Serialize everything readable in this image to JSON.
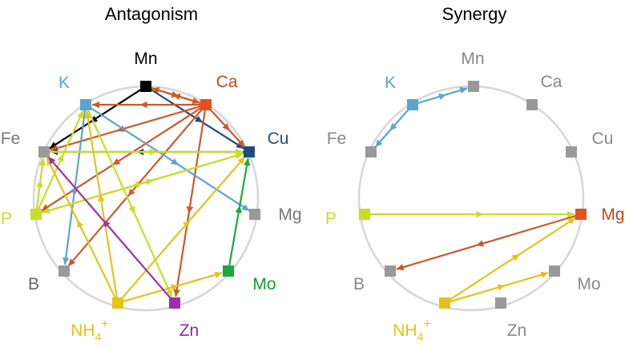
{
  "panels": [
    {
      "id": "antagonism",
      "title": "Antagonism",
      "nodes": [
        {
          "id": "Mn",
          "label": "Mn",
          "color": "#000000",
          "label_color": "#000000"
        },
        {
          "id": "Ca",
          "label": "Ca",
          "color": "#E2511E",
          "label_color": "#C8451A"
        },
        {
          "id": "Cu",
          "label": "Cu",
          "color": "#1F4E79",
          "label_color": "#1F4E79"
        },
        {
          "id": "Mg",
          "label": "Mg",
          "color": "#999999",
          "label_color": "#777777"
        },
        {
          "id": "Mo",
          "label": "Mo",
          "color": "#1AAA37",
          "label_color": "#1A9A34"
        },
        {
          "id": "Zn",
          "label": "Zn",
          "color": "#9B2FAE",
          "label_color": "#8B2A9E"
        },
        {
          "id": "NH4",
          "label": "NH4+",
          "color": "#E5C218",
          "label_color": "#E5C218"
        },
        {
          "id": "B",
          "label": "B",
          "color": "#999999",
          "label_color": "#666666"
        },
        {
          "id": "P",
          "label": "P",
          "color": "#C9DC28",
          "label_color": "#C9DC28"
        },
        {
          "id": "Fe",
          "label": "Fe",
          "color": "#999999",
          "label_color": "#777777"
        },
        {
          "id": "K",
          "label": "K",
          "color": "#5AA5CF",
          "label_color": "#5AA5CF"
        }
      ],
      "edges": [
        {
          "from": "Mn",
          "to": "Fe",
          "color": "#000000"
        },
        {
          "from": "Mn",
          "to": "Ca",
          "color": "#D0562A"
        },
        {
          "from": "Mn",
          "to": "Cu",
          "color": "#1F4E79"
        },
        {
          "from": "Ca",
          "to": "Mn",
          "color": "#D0562A"
        },
        {
          "from": "Ca",
          "to": "Fe",
          "color": "#D0562A"
        },
        {
          "from": "Ca",
          "to": "P",
          "color": "#D0562A"
        },
        {
          "from": "Ca",
          "to": "B",
          "color": "#D0562A"
        },
        {
          "from": "Ca",
          "to": "Zn",
          "color": "#D0562A"
        },
        {
          "from": "Ca",
          "to": "Cu",
          "color": "#D0562A"
        },
        {
          "from": "Ca",
          "to": "K",
          "color": "#D0562A"
        },
        {
          "from": "Cu",
          "to": "Fe",
          "color": "#1F4E79"
        },
        {
          "from": "K",
          "to": "B",
          "color": "#5AA5CF"
        },
        {
          "from": "K",
          "to": "Mg",
          "color": "#5AA5CF"
        },
        {
          "from": "K",
          "to": "Zn",
          "color": "#C9DC28"
        },
        {
          "from": "P",
          "to": "Fe",
          "color": "#C9DC28"
        },
        {
          "from": "P",
          "to": "K",
          "color": "#C9DC28"
        },
        {
          "from": "P",
          "to": "Cu",
          "color": "#C9DC28"
        },
        {
          "from": "Cu",
          "to": "P",
          "color": "#C9DC28"
        },
        {
          "from": "Fe",
          "to": "Cu",
          "color": "#C9DC28"
        },
        {
          "from": "NH4",
          "to": "K",
          "color": "#E5C218"
        },
        {
          "from": "NH4",
          "to": "Fe",
          "color": "#E5C218"
        },
        {
          "from": "NH4",
          "to": "Cu",
          "color": "#E5C218"
        },
        {
          "from": "NH4",
          "to": "Mo",
          "color": "#E5C218"
        },
        {
          "from": "Zn",
          "to": "Fe",
          "color": "#9B2FAE"
        },
        {
          "from": "Mo",
          "to": "Cu",
          "color": "#1AAA37"
        }
      ]
    },
    {
      "id": "synergy",
      "title": "Synergy",
      "nodes": [
        {
          "id": "Mn",
          "label": "Mn",
          "color": "#999999",
          "label_color": "#888888"
        },
        {
          "id": "Ca",
          "label": "Ca",
          "color": "#999999",
          "label_color": "#888888"
        },
        {
          "id": "Cu",
          "label": "Cu",
          "color": "#999999",
          "label_color": "#888888"
        },
        {
          "id": "Mg",
          "label": "Mg",
          "color": "#E2511E",
          "label_color": "#C8451A"
        },
        {
          "id": "Mo",
          "label": "Mo",
          "color": "#999999",
          "label_color": "#888888"
        },
        {
          "id": "Zn",
          "label": "Zn",
          "color": "#999999",
          "label_color": "#888888"
        },
        {
          "id": "NH4",
          "label": "NH4+",
          "color": "#E5C218",
          "label_color": "#E5C218"
        },
        {
          "id": "B",
          "label": "B",
          "color": "#999999",
          "label_color": "#888888"
        },
        {
          "id": "P",
          "label": "P",
          "color": "#C9DC28",
          "label_color": "#C9DC28"
        },
        {
          "id": "Fe",
          "label": "Fe",
          "color": "#999999",
          "label_color": "#888888"
        },
        {
          "id": "K",
          "label": "K",
          "color": "#5AA5CF",
          "label_color": "#5AA5CF"
        }
      ],
      "edges": [
        {
          "from": "K",
          "to": "Mn",
          "color": "#5AA5CF"
        },
        {
          "from": "K",
          "to": "Fe",
          "color": "#5AA5CF"
        },
        {
          "from": "P",
          "to": "Mg",
          "color": "#C9DC28"
        },
        {
          "from": "Mg",
          "to": "B",
          "color": "#D0562A"
        },
        {
          "from": "NH4",
          "to": "Mg",
          "color": "#E5C218"
        },
        {
          "from": "NH4",
          "to": "Mo",
          "color": "#E5C218"
        }
      ]
    }
  ]
}
